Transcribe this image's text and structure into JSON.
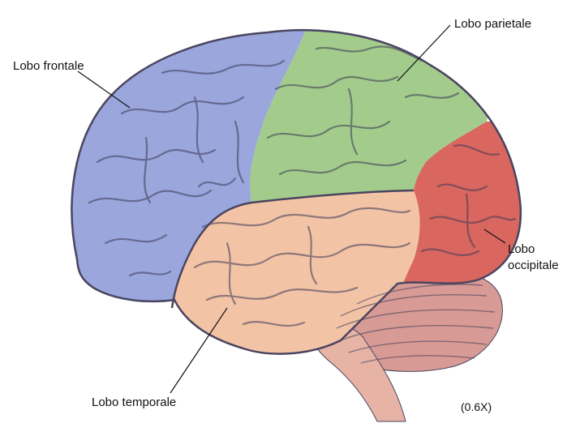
{
  "labels": {
    "frontal": "Lobo frontale",
    "parietal": "Lobo parietale",
    "occipital_line1": "Lobo",
    "occipital_line2": "occipitale",
    "temporal": "Lobo temporale"
  },
  "scale": "(0.6X)",
  "colors": {
    "frontal": "#9aa6dc",
    "parietal": "#a3cc8c",
    "occipital": "#d9665f",
    "temporal": "#f3c3a6",
    "cerebellum": "#d89a94",
    "brainstem": "#e6b3a5",
    "outline": "#4a4560",
    "gyri": "#3c3a55"
  }
}
